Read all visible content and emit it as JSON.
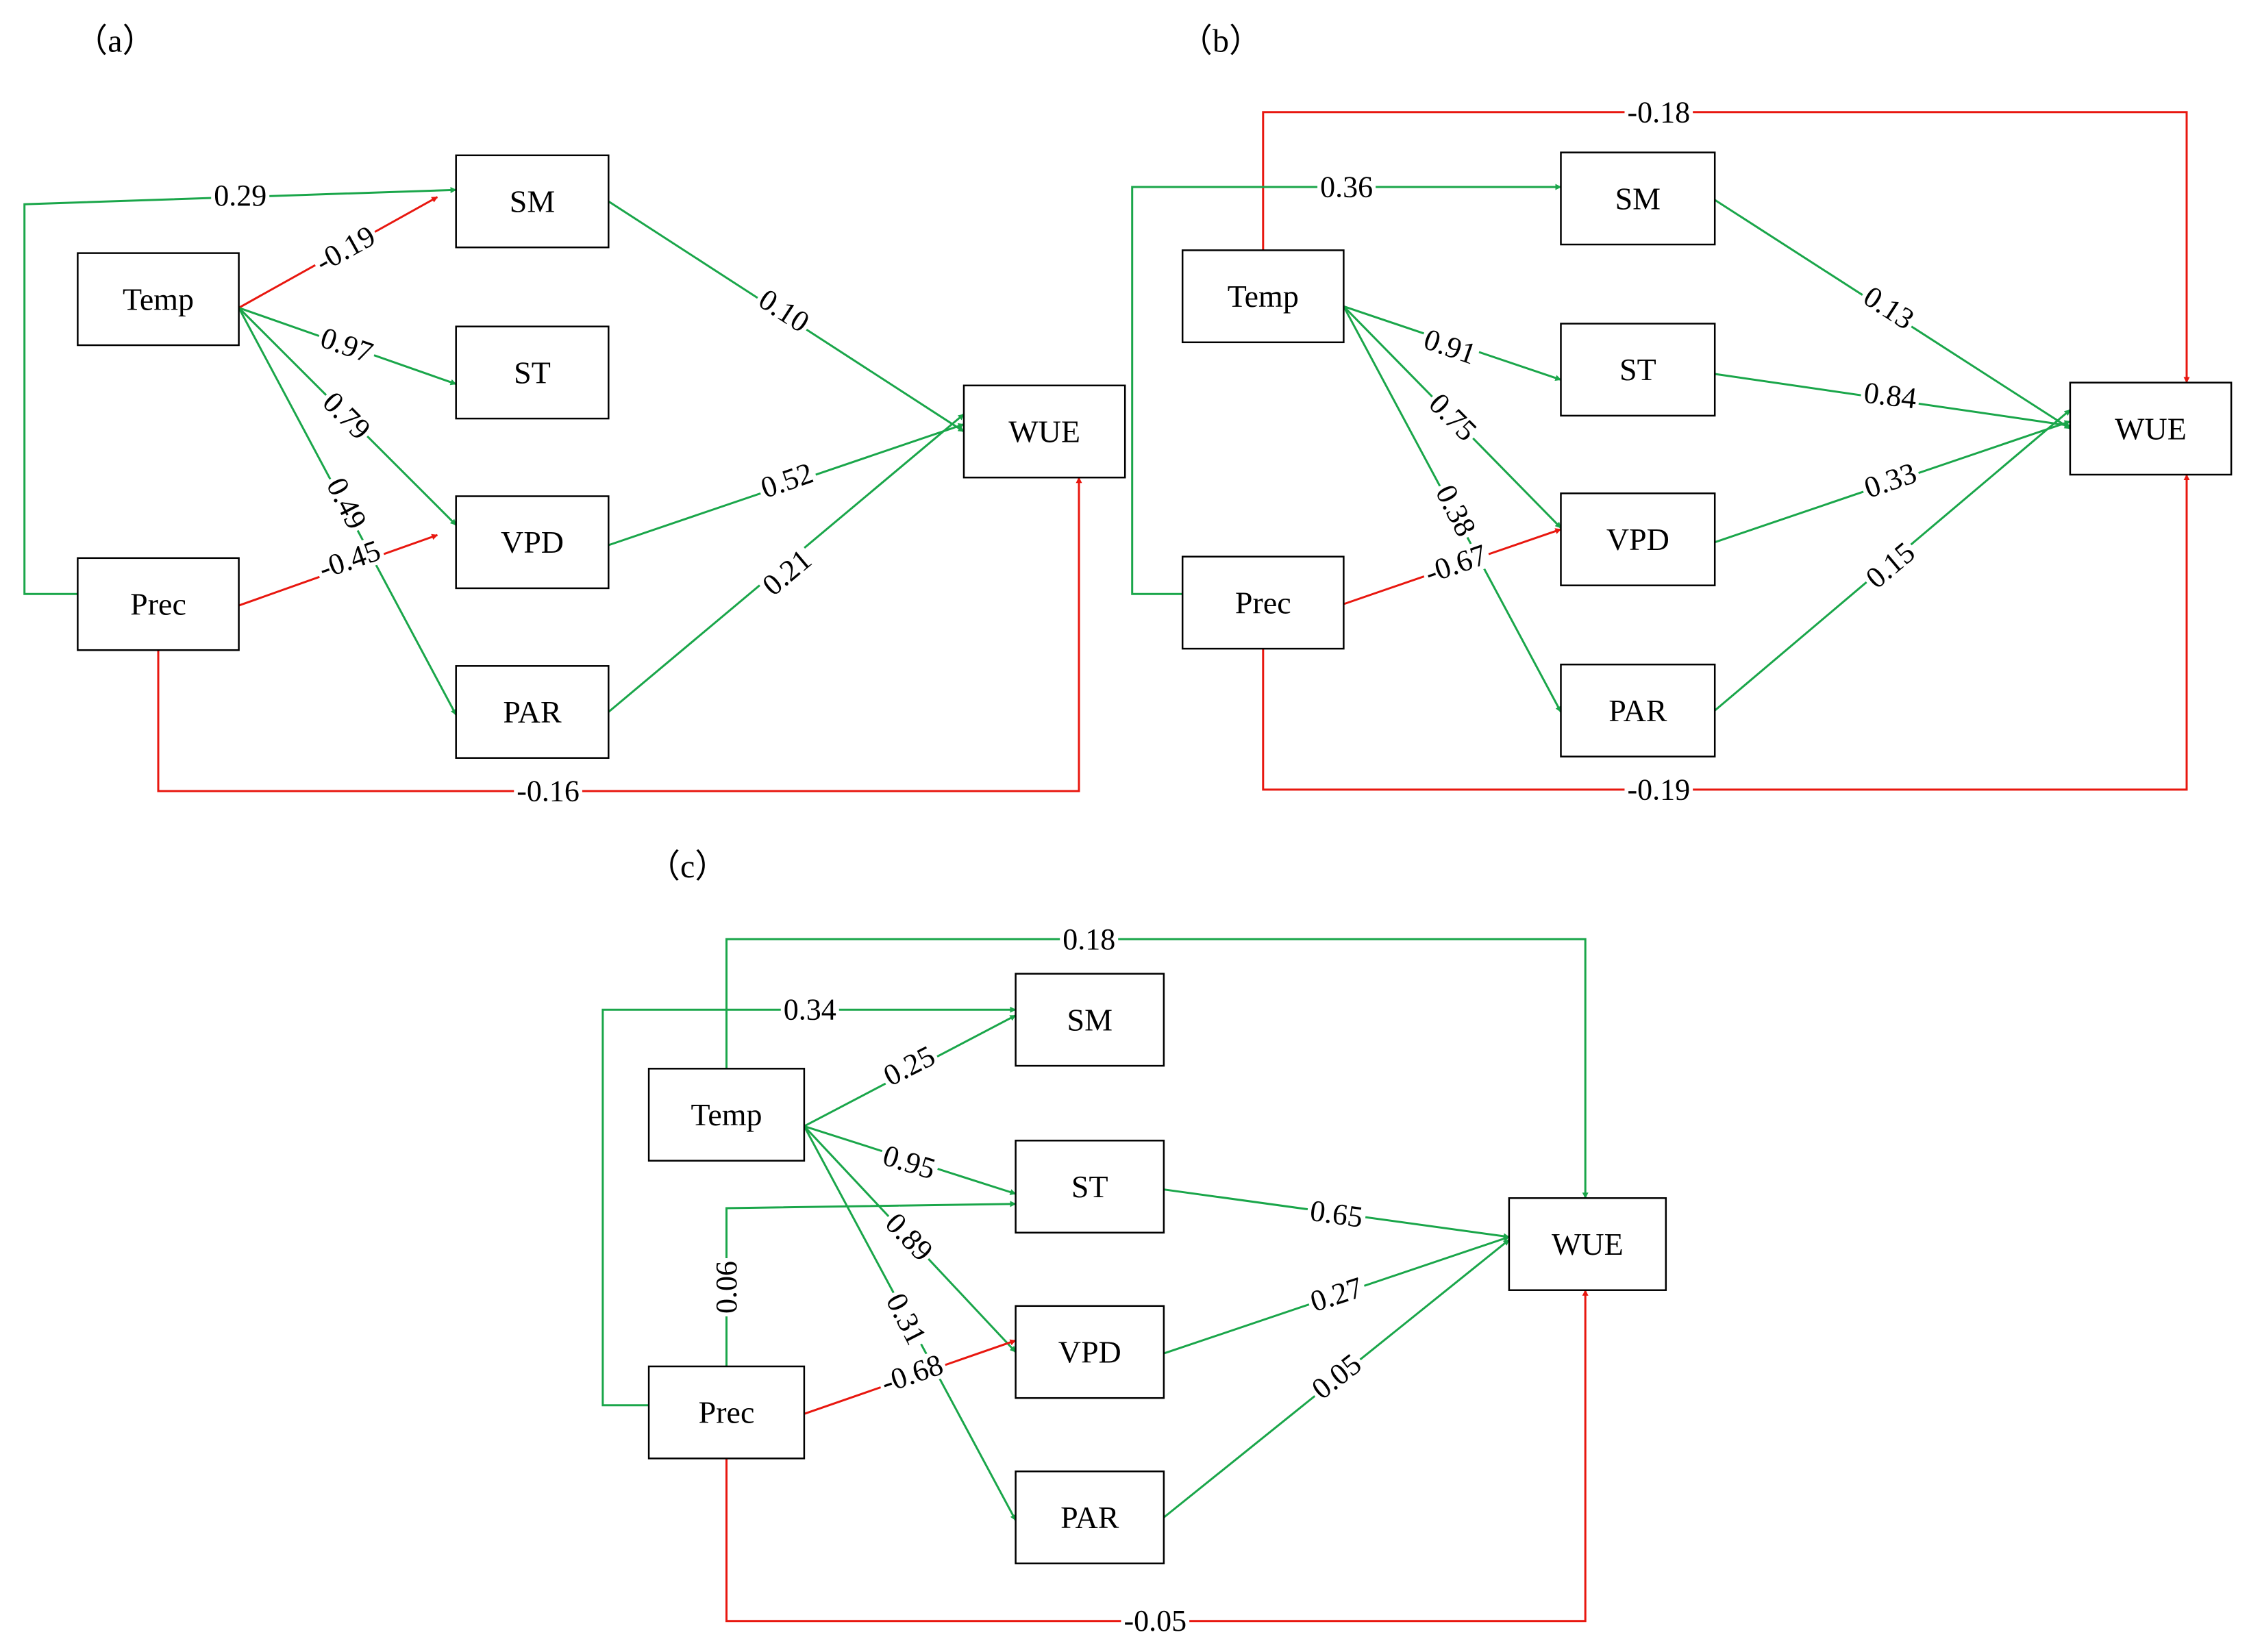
{
  "colors": {
    "positive": "#1aa64a",
    "negative": "#e8170f",
    "box_border": "#000000"
  },
  "panels": [
    {
      "id": "a",
      "label": "（a）",
      "nodes": {
        "Temp": "Temp",
        "Prec": "Prec",
        "SM": "SM",
        "ST": "ST",
        "VPD": "VPD",
        "PAR": "PAR",
        "WUE": "WUE"
      },
      "edges": [
        {
          "from": "Prec",
          "to": "SM",
          "value": "0.29",
          "sign": "positive"
        },
        {
          "from": "Temp",
          "to": "SM",
          "value": "-0.19",
          "sign": "negative"
        },
        {
          "from": "Temp",
          "to": "ST",
          "value": "0.97",
          "sign": "positive"
        },
        {
          "from": "Temp",
          "to": "VPD",
          "value": "0.79",
          "sign": "positive"
        },
        {
          "from": "Temp",
          "to": "PAR",
          "value": "0.49",
          "sign": "positive"
        },
        {
          "from": "Prec",
          "to": "VPD",
          "value": "-0.45",
          "sign": "negative"
        },
        {
          "from": "SM",
          "to": "WUE",
          "value": "0.10",
          "sign": "positive"
        },
        {
          "from": "VPD",
          "to": "WUE",
          "value": "0.52",
          "sign": "positive"
        },
        {
          "from": "PAR",
          "to": "WUE",
          "value": "0.21",
          "sign": "positive"
        },
        {
          "from": "Prec",
          "to": "WUE",
          "value": "-0.16",
          "sign": "negative"
        }
      ]
    },
    {
      "id": "b",
      "label": "（b）",
      "nodes": {
        "Temp": "Temp",
        "Prec": "Prec",
        "SM": "SM",
        "ST": "ST",
        "VPD": "VPD",
        "PAR": "PAR",
        "WUE": "WUE"
      },
      "edges": [
        {
          "from": "Temp",
          "to": "WUE",
          "value": "-0.18",
          "sign": "negative"
        },
        {
          "from": "Prec",
          "to": "SM",
          "value": "0.36",
          "sign": "positive"
        },
        {
          "from": "Temp",
          "to": "ST",
          "value": "0.91",
          "sign": "positive"
        },
        {
          "from": "Temp",
          "to": "VPD",
          "value": "0.75",
          "sign": "positive"
        },
        {
          "from": "Temp",
          "to": "PAR",
          "value": "0.38",
          "sign": "positive"
        },
        {
          "from": "Prec",
          "to": "VPD",
          "value": "-0.67",
          "sign": "negative"
        },
        {
          "from": "SM",
          "to": "WUE",
          "value": "0.13",
          "sign": "positive"
        },
        {
          "from": "ST",
          "to": "WUE",
          "value": "0.84",
          "sign": "positive"
        },
        {
          "from": "VPD",
          "to": "WUE",
          "value": "0.33",
          "sign": "positive"
        },
        {
          "from": "PAR",
          "to": "WUE",
          "value": "0.15",
          "sign": "positive"
        },
        {
          "from": "Prec",
          "to": "WUE",
          "value": "-0.19",
          "sign": "negative"
        }
      ]
    },
    {
      "id": "c",
      "label": "（c）",
      "nodes": {
        "Temp": "Temp",
        "Prec": "Prec",
        "SM": "SM",
        "ST": "ST",
        "VPD": "VPD",
        "PAR": "PAR",
        "WUE": "WUE"
      },
      "edges": [
        {
          "from": "Temp",
          "to": "WUE",
          "value": "0.18",
          "sign": "positive"
        },
        {
          "from": "Prec",
          "to": "SM",
          "value": "0.34",
          "sign": "positive"
        },
        {
          "from": "Temp",
          "to": "SM",
          "value": "0.25",
          "sign": "positive"
        },
        {
          "from": "Temp",
          "to": "ST",
          "value": "0.95",
          "sign": "positive"
        },
        {
          "from": "Temp",
          "to": "VPD",
          "value": "0.89",
          "sign": "positive"
        },
        {
          "from": "Temp",
          "to": "PAR",
          "value": "0.31",
          "sign": "positive"
        },
        {
          "from": "Prec",
          "to": "ST",
          "value": "0.06",
          "sign": "positive"
        },
        {
          "from": "Prec",
          "to": "VPD",
          "value": "-0.68",
          "sign": "negative"
        },
        {
          "from": "ST",
          "to": "WUE",
          "value": "0.65",
          "sign": "positive"
        },
        {
          "from": "VPD",
          "to": "WUE",
          "value": "0.27",
          "sign": "positive"
        },
        {
          "from": "PAR",
          "to": "WUE",
          "value": "0.05",
          "sign": "positive"
        },
        {
          "from": "Prec",
          "to": "WUE",
          "value": "-0.05",
          "sign": "negative"
        }
      ]
    }
  ]
}
